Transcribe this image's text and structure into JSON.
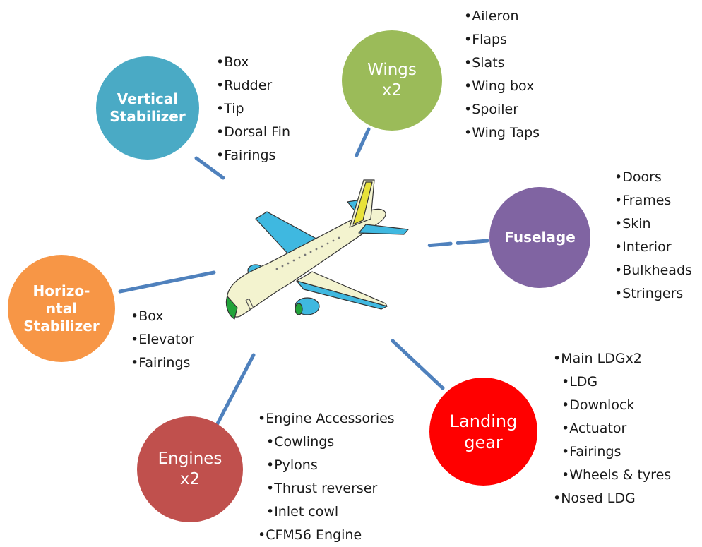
{
  "colors": {
    "vertical_stabilizer": "#4aaac5",
    "wings": "#9bbb59",
    "fuselage": "#8064a2",
    "horizontal_stabilizer": "#f79646",
    "landing_gear": "#ff0000",
    "engines": "#c0504d",
    "connector": "#4f81bd",
    "aircraft_body": "#f3f3cf",
    "aircraft_accent": "#3fb8e0",
    "aircraft_nose": "#22a33a"
  },
  "center": {
    "icon": "airplane-icon"
  },
  "nodes": {
    "vertical_stabilizer": {
      "label": "Vertical\nStabilizer",
      "items": [
        "•Box",
        "•Rudder",
        "•Tip",
        "•Dorsal Fin",
        "•Fairings"
      ]
    },
    "wings": {
      "label": "Wings\nx2",
      "items": [
        "•Aileron",
        "•Flaps",
        "•Slats",
        "•Wing box",
        "•Spoiler",
        "•Wing Taps"
      ]
    },
    "fuselage": {
      "label": "Fuselage",
      "items": [
        "•Doors",
        "•Frames",
        "•Skin",
        "•Interior",
        "•Bulkheads",
        "•Stringers"
      ]
    },
    "horizontal_stabilizer": {
      "label": "Horizo-\nntal\nStabilizer",
      "items": [
        "•Box",
        "•Elevator",
        "•Fairings"
      ]
    },
    "landing_gear": {
      "label": "Landing\ngear",
      "items": [
        "•Main LDGx2",
        "•LDG",
        "•Downlock",
        "•Actuator",
        "•Fairings",
        "•Wheels & tyres",
        "•Nosed LDG"
      ]
    },
    "engines": {
      "label": "Engines\nx2",
      "items": [
        "•Engine Accessories",
        "•Cowlings",
        "•Pylons",
        "•Thrust reverser",
        "•Inlet cowl",
        "•CFM56 Engine"
      ]
    }
  }
}
